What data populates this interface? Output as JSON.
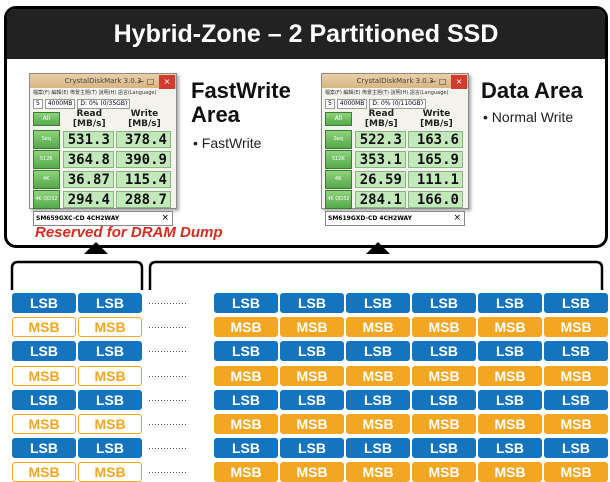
{
  "title": "Hybrid-Zone – 2 Partitioned SSD",
  "reserved_note": "Reserved for DRAM Dump",
  "areas": [
    {
      "name_line1": "FastWrite",
      "name_line2": "Area",
      "bullet": "• FastWrite"
    },
    {
      "name_line1": "Data Area",
      "name_line2": "",
      "bullet": "• Normal Write"
    }
  ],
  "benchmarks": [
    {
      "window_title": "CrystalDiskMark 3.0.3",
      "menu": "檔案(F)  編輯(E)  佈景主題(T)  說明(H)  語言(Language)",
      "opt_runs": "5",
      "opt_size": "4000MB",
      "opt_drive": "D: 0% (0/35GB)",
      "btn_all": "All",
      "header_read": "Read [MB/s]",
      "header_write": "Write [MB/s]",
      "rows": [
        {
          "label": "Seq",
          "read": "531.3",
          "write": "378.4"
        },
        {
          "label": "512K",
          "read": "364.8",
          "write": "390.9"
        },
        {
          "label": "4K",
          "read": "36.87",
          "write": "115.4"
        },
        {
          "label": "4K QD32",
          "read": "294.4",
          "write": "288.7"
        }
      ],
      "device": "SM659GXC-CD 4CH2WAY"
    },
    {
      "window_title": "CrystalDiskMark 3.0.3",
      "menu": "檔案(F)  編輯(E)  佈景主題(T)  說明(H)  語言(Language)",
      "opt_runs": "5",
      "opt_size": "4000MB",
      "opt_drive": "D: 0% (0/110GB)",
      "btn_all": "All",
      "header_read": "Read [MB/s]",
      "header_write": "Write [MB/s]",
      "rows": [
        {
          "label": "Seq",
          "read": "522.3",
          "write": "163.6"
        },
        {
          "label": "512K",
          "read": "353.1",
          "write": "165.9"
        },
        {
          "label": "4K",
          "read": "26.59",
          "write": "111.1"
        },
        {
          "label": "4K QD32",
          "read": "284.1",
          "write": "166.0"
        }
      ],
      "device": "SM619GXD-CD 4CH2WAY"
    }
  ],
  "cells": {
    "lsb": "LSB",
    "msb": "MSB",
    "dots": "·············"
  },
  "rows": [
    "lsb",
    "msb",
    "lsb",
    "msb",
    "lsb",
    "msb",
    "lsb",
    "msb"
  ],
  "colors": {
    "lsb": "#1574be",
    "msb": "#f3a622",
    "title_bg": "#222222",
    "reserved": "#d62b1e",
    "benchmark_green": "#c2e8bc"
  }
}
